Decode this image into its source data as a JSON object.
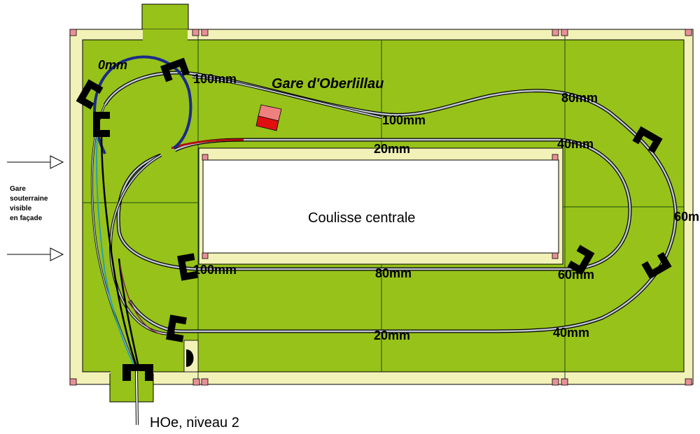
{
  "colors": {
    "board": "#97c21a",
    "frame": "#f2f2b8",
    "post": "#e8909a",
    "track_dark": "#1a2a8a",
    "track_red": "#b01010",
    "building_light": "#ee8080",
    "building_dark": "#e01010"
  },
  "labels": {
    "station": "Gare d'Oberlillau",
    "central": "Coulisse centrale",
    "level": "HOe, niveau 2",
    "underground": [
      "Gare",
      "souterraine",
      "visible",
      "en façade"
    ]
  },
  "heights": {
    "h0": "0mm",
    "h1": "100mm",
    "h2": "100mm",
    "h3": "80mm",
    "h4": "40mm",
    "h5": "20mm",
    "h6": "60mm",
    "h7": "100mm",
    "h8": "80mm",
    "h9": "60mm",
    "h10": "20mm",
    "h11": "40mm"
  },
  "icons": {
    "clamp": "c-clamp-icon",
    "arrow": "arrow-right-icon"
  }
}
